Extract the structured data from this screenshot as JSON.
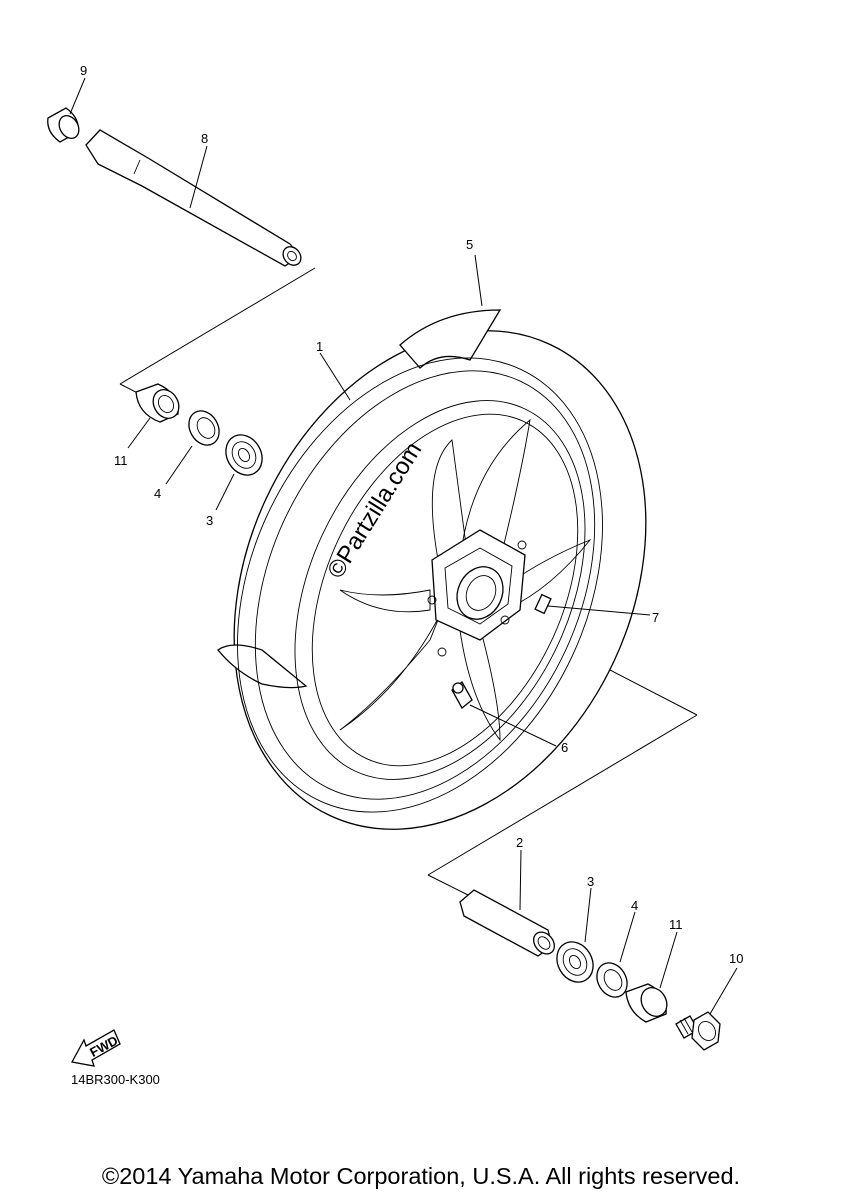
{
  "callouts": {
    "c1": "1",
    "c2": "2",
    "c3a": "3",
    "c3b": "3",
    "c4a": "4",
    "c4b": "4",
    "c5": "5",
    "c6": "6",
    "c7": "7",
    "c8": "8",
    "c9": "9",
    "c10": "10",
    "c11a": "11",
    "c11b": "11"
  },
  "fwd_label": "FWD",
  "watermark": "©Partzilla.com",
  "diagram_code": "14BR300-K300",
  "copyright": "©2014 Yamaha Motor Corporation, U.S.A. All rights reserved."
}
